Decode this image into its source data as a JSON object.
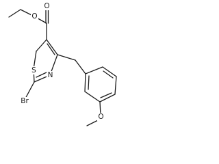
{
  "molecule": {
    "atoms": {
      "carbonyl_oxygen": "O",
      "ester_oxygen": "O",
      "ring_sulfur": "S",
      "ring_nitrogen": "N",
      "bromine": "Br",
      "methoxy_oxygen": "O"
    },
    "colors": {
      "bond": "#1a1a1a",
      "background": "#ffffff"
    }
  }
}
